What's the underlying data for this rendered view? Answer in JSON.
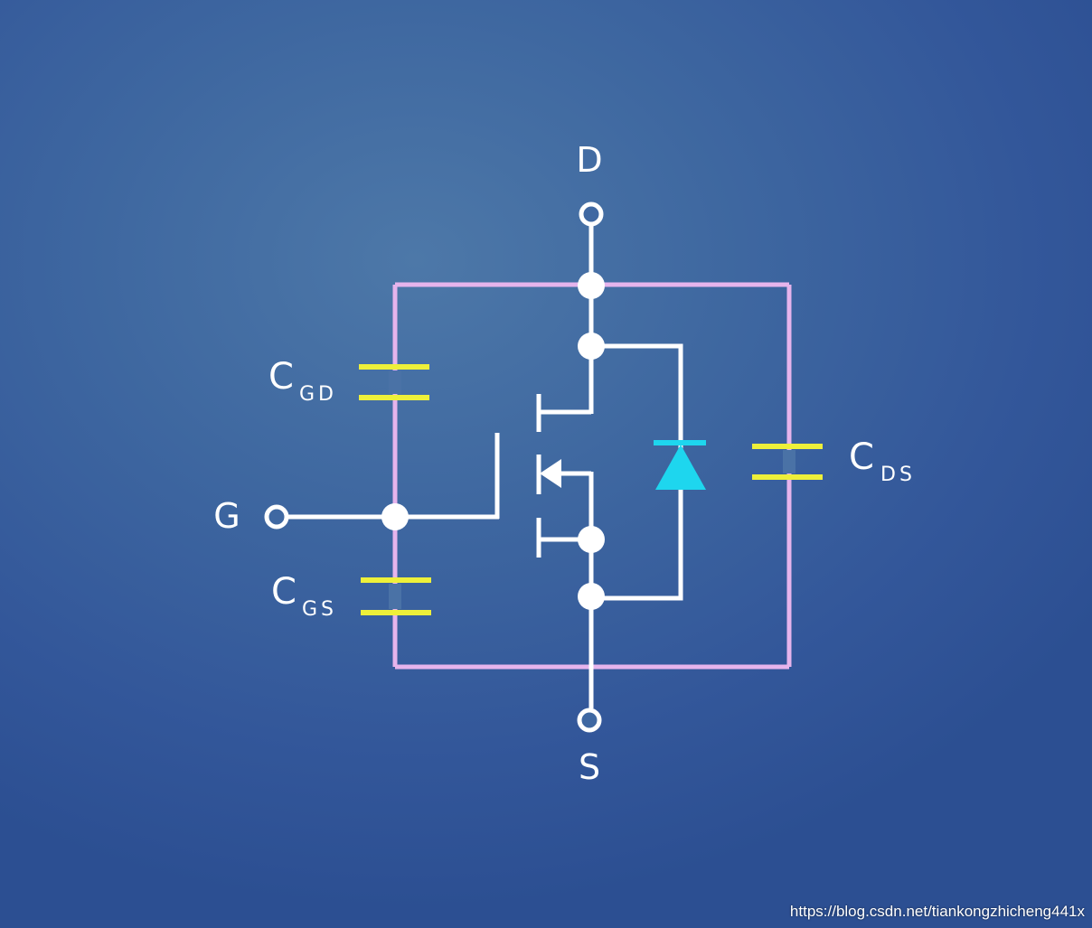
{
  "terminals": {
    "drain": "D",
    "gate": "G",
    "source": "S"
  },
  "capacitors": {
    "gate_drain": {
      "symbol": "C",
      "subscript": "GD"
    },
    "gate_source": {
      "symbol": "C",
      "subscript": "GS"
    },
    "drain_source": {
      "symbol": "C",
      "subscript": "DS"
    }
  },
  "colors": {
    "wire": "#ffffff",
    "capacitor_loop": "#e6b4ec",
    "capacitor_plates": "#eef03a",
    "body_diode": "#1ed6ee"
  },
  "watermark": "https://blog.csdn.net/tiankongzhicheng441x"
}
